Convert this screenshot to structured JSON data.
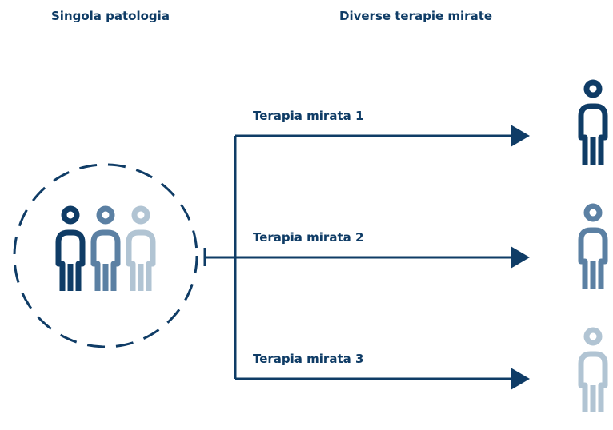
{
  "headings": {
    "left": "Singola patologia",
    "right": "Diverse terapie mirate"
  },
  "therapies": [
    {
      "label": "Terapia mirata 1"
    },
    {
      "label": "Terapia mirata 2"
    },
    {
      "label": "Terapia mirata 3"
    }
  ],
  "icons": {
    "group": "group-of-patients-icon",
    "person": "person-icon"
  },
  "colors": {
    "dark": "#0f3c66",
    "medium": "#5b80a3",
    "light": "#b1c4d3",
    "text": "#0f3c66"
  }
}
